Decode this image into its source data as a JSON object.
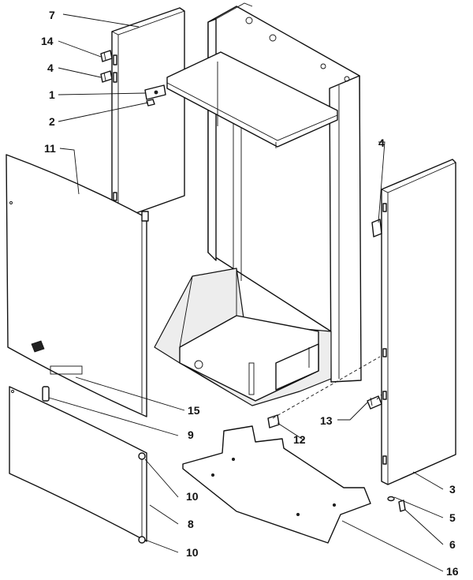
{
  "callouts": [
    {
      "id": "c7",
      "label": "7"
    },
    {
      "id": "c14",
      "label": "14"
    },
    {
      "id": "c4a",
      "label": "4"
    },
    {
      "id": "c1",
      "label": "1"
    },
    {
      "id": "c2",
      "label": "2"
    },
    {
      "id": "c11",
      "label": "11"
    },
    {
      "id": "c4b",
      "label": "4"
    },
    {
      "id": "c15",
      "label": "15"
    },
    {
      "id": "c9",
      "label": "9"
    },
    {
      "id": "c13",
      "label": "13"
    },
    {
      "id": "c12",
      "label": "12"
    },
    {
      "id": "c10a",
      "label": "10"
    },
    {
      "id": "c3",
      "label": "3"
    },
    {
      "id": "c8",
      "label": "8"
    },
    {
      "id": "c5",
      "label": "5"
    },
    {
      "id": "c6",
      "label": "6"
    },
    {
      "id": "c10b",
      "label": "10"
    },
    {
      "id": "c16",
      "label": "16"
    }
  ]
}
